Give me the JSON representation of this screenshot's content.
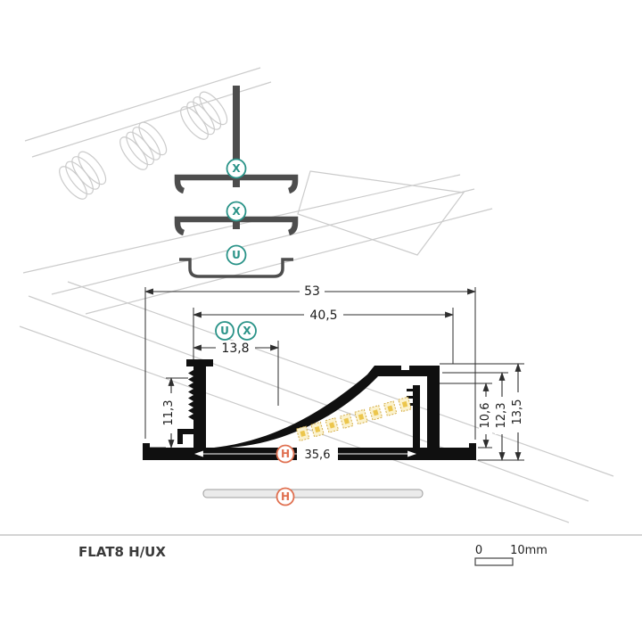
{
  "title": "FLAT8 H/UX",
  "scale": {
    "start": "0",
    "end": "10mm"
  },
  "markers": {
    "x": "X",
    "u": "U",
    "h": "H"
  },
  "colors": {
    "marker_teal": "#2a9388",
    "marker_orange": "#e07050",
    "profile_black": "#101010",
    "part_gray": "#4d4d4d",
    "sketch_gray": "#cbcbcb",
    "led_yellow": "#ecc64d"
  },
  "dimensions": {
    "total_width": "53",
    "opening_width": "40,5",
    "inner_width": "13,8",
    "left_height": "11,3",
    "base_width": "35,6",
    "inner_height": "10,6",
    "mid_height": "12,3",
    "total_height": "13,5"
  }
}
